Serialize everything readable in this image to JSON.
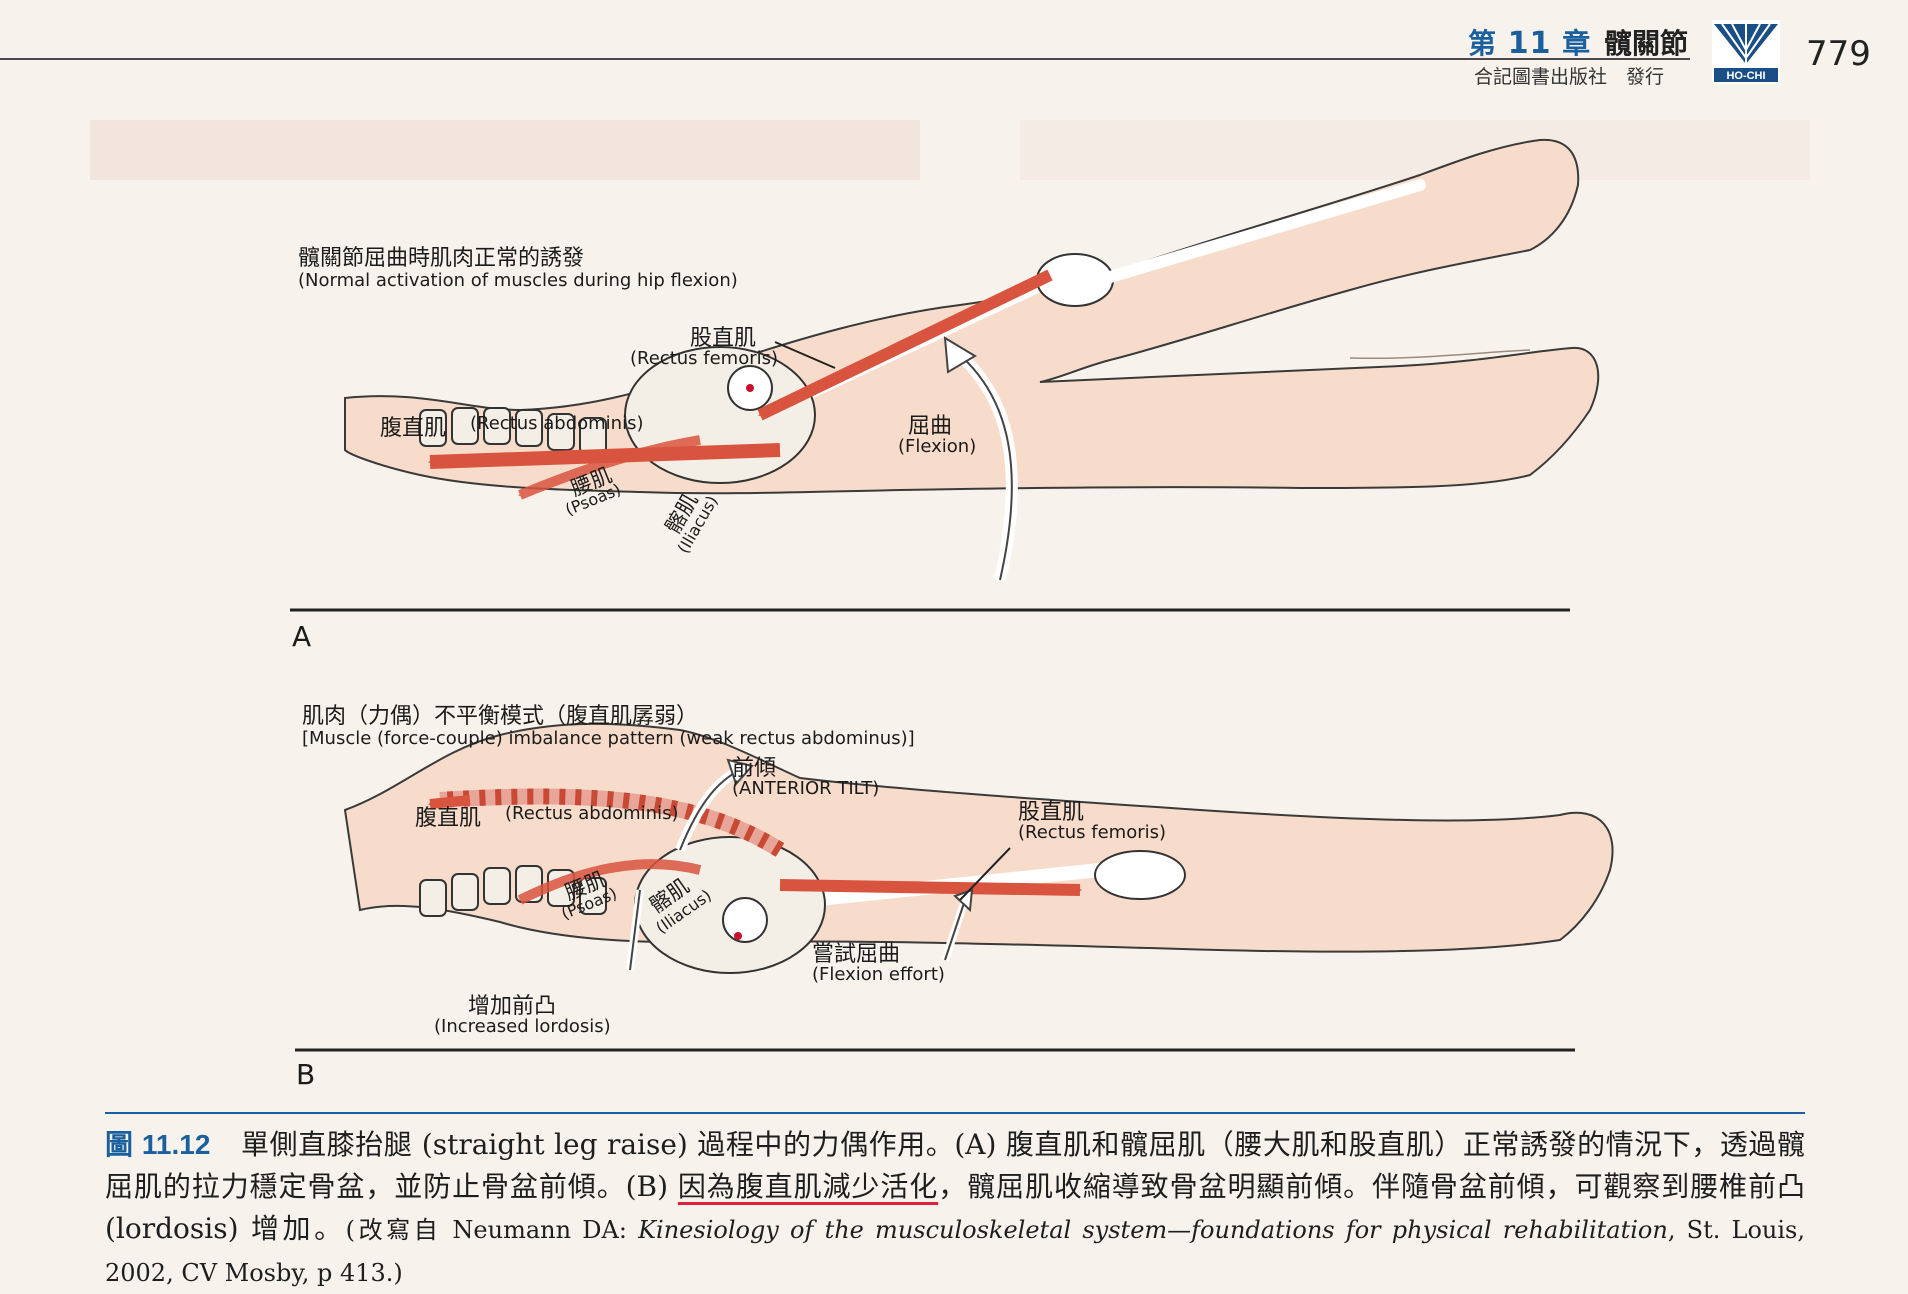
{
  "header": {
    "chapter_prefix": "第",
    "chapter_number": "11",
    "chapter_suffix": "章",
    "chapter_title": "髖關節",
    "publisher": "合記圖書出版社　發行",
    "logo_text": "HO-CHI",
    "page_number": "779"
  },
  "figure": {
    "panel_a": {
      "letter": "A",
      "title_zh": "髖關節屈曲時肌肉正常的誘發",
      "title_en": "(Normal activation of muscles during hip flexion)",
      "rectus_femoris_zh": "股直肌",
      "rectus_femoris_en": "(Rectus femoris)",
      "rectus_abdominis_zh": "腹直肌",
      "rectus_abdominis_en": "(Rectus abdominis)",
      "psoas_zh": "腰肌",
      "psoas_en": "(Psoas)",
      "iliacus_zh": "髂肌",
      "iliacus_en": "(Iliacus)",
      "flexion_zh": "屈曲",
      "flexion_en": "(Flexion)"
    },
    "panel_b": {
      "letter": "B",
      "title_zh": "肌肉（力偶）不平衡模式（腹直肌孱弱）",
      "title_en": "[Muscle (force-couple) imbalance pattern (weak rectus abdominus)]",
      "anterior_tilt_zh": "前傾",
      "anterior_tilt_en": "(ANTERIOR TILT)",
      "rectus_abdominis_zh": "腹直肌",
      "rectus_abdominis_en": "(Rectus abdominis)",
      "rectus_femoris_zh": "股直肌",
      "rectus_femoris_en": "(Rectus femoris)",
      "psoas_zh": "腰肌",
      "psoas_en": "(Psoas)",
      "iliacus_zh": "髂肌",
      "iliacus_en": "(Iliacus)",
      "flexion_effort_zh": "嘗試屈曲",
      "flexion_effort_en": "(Flexion effort)",
      "lordosis_zh": "增加前凸",
      "lordosis_en": "(Increased lordosis)"
    }
  },
  "caption": {
    "number": "圖 11.12",
    "text_1": "單側直膝抬腿 (straight leg raise) 過程中的力偶作用。(A) 腹直肌和髖屈肌（腰大肌和股直肌）正常誘發的情況下，透過髖屈肌的拉力穩定骨盆，並防止骨盆前傾。(B) ",
    "text_underlined": "因為腹直肌減少活化",
    "text_2": "，髖屈肌收縮導致骨盆明顯前傾。伴隨骨盆前傾，可觀察到腰椎前凸 (lordosis) 增加。",
    "source_1": "(改寫自 Neumann DA: ",
    "source_title": "Kinesiology of the musculoskeletal system—foundations for physical rehabilitation",
    "source_2": ", St. Louis, 2002, CV Mosby, p 413.)"
  },
  "colors": {
    "accent_blue": "#1a5f9e",
    "muscle_red": "#d9543f",
    "skin": "#f7dccb",
    "underline_red": "#e0203a"
  }
}
